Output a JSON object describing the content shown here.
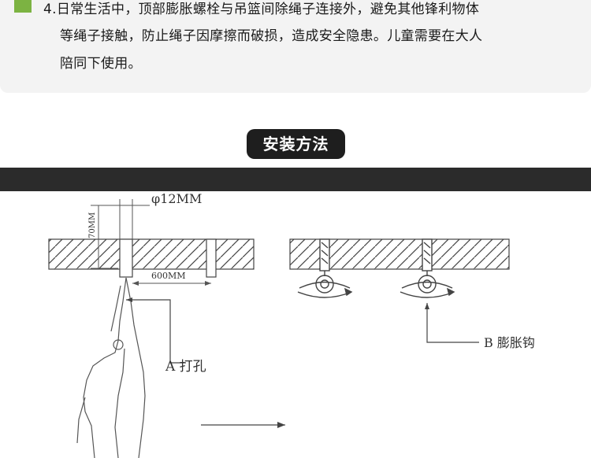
{
  "notice": {
    "line1": "4.日常生活中，顶部膨胀螺栓与吊篮间除绳子连接外，避免其他锋利物体",
    "line2": "等绳子接触，防止绳子因摩擦而破损，造成安全隐患。儿童需要在大人",
    "line3": "陪同下使用。"
  },
  "section_title": "安装方法",
  "diagram": {
    "diameter_label": "φ12MM",
    "depth_label": "70MM",
    "spacing_label": "600MM",
    "step_a_label": "A  打孔",
    "step_b_label": "B  膨胀钩"
  },
  "colors": {
    "accent": "#7cb342",
    "title_bg": "#1e1e1e",
    "band": "#2b2b2b"
  }
}
